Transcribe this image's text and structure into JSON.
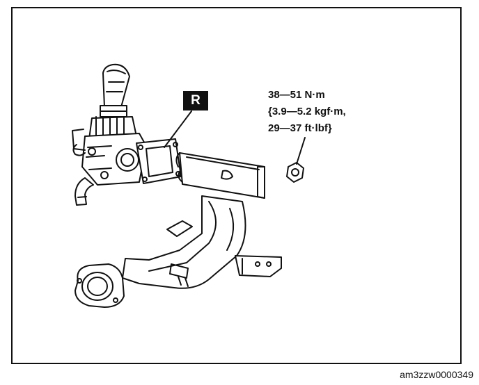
{
  "badge": {
    "label": "R"
  },
  "torque": {
    "line1": "38—51 N·m",
    "line2": "{3.9—5.2 kgf·m,",
    "line3": "29—37 ft·lbf}"
  },
  "figure_code": "am3zzw0000349"
}
